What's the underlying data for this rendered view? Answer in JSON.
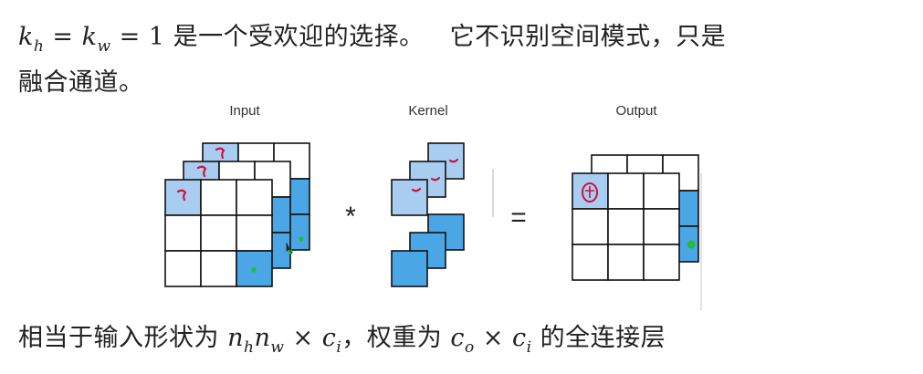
{
  "line1": {
    "formula_k1": "k",
    "formula_k1_sub": "h",
    "formula_eq1": " = ",
    "formula_k2": "k",
    "formula_k2_sub": "w",
    "formula_eq2": " = ",
    "formula_one": "1",
    "text_a": " 是一个受欢迎的选择。",
    "text_b": "它不识别空间模式，只是"
  },
  "line2": {
    "text": "融合通道。"
  },
  "diagram": {
    "input_label": "Input",
    "kernel_label": "Kernel",
    "output_label": "Output",
    "conv_op": "*",
    "equals_op": "=",
    "colors": {
      "light_blue": "#a9cdf1",
      "dark_blue": "#4ba6e6",
      "pale_blue": "#cfe4f8",
      "border": "#111111",
      "annot_red": "#d0103c",
      "annot_green": "#22bb33"
    }
  },
  "line3": {
    "text_a": "相当于输入形状为 ",
    "n1": "n",
    "n1_sub": "h",
    "n2": "n",
    "n2_sub": "w",
    "times1": " × ",
    "c1": "c",
    "c1_sub": "i",
    "text_b": "，权重为 ",
    "c2": "c",
    "c2_sub": "o",
    "times2": " × ",
    "c3": "c",
    "c3_sub": "i",
    "text_c": " 的全连接层"
  }
}
